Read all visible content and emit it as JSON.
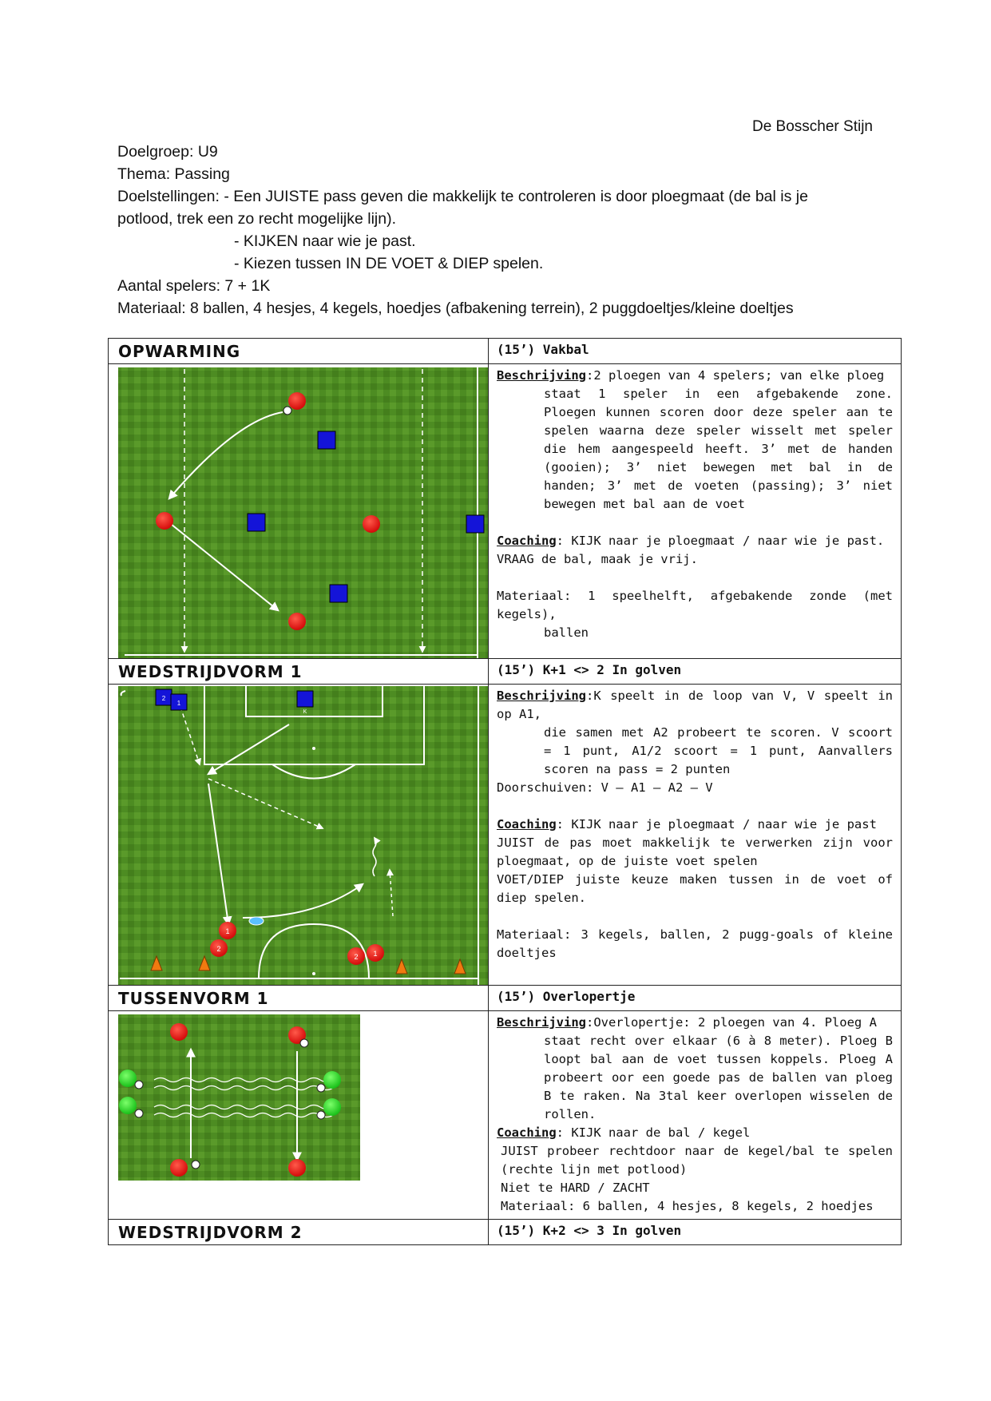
{
  "author": "De Bosscher Stijn",
  "header": {
    "doelgroep": "Doelgroep: U9",
    "thema": "Thema: Passing",
    "doelstellingen_1": "Doelstellingen: - Een JUISTE pass geven die makkelijk te controleren is door ploegmaat (de bal is je",
    "doelstellingen_2": "potlood, trek een zo recht mogelijke lijn).",
    "doelstellingen_3": "- KIJKEN naar wie je past.",
    "doelstellingen_4": "- Kiezen tussen IN DE VOET & DIEP spelen.",
    "aantal_spelers": "Aantal spelers: 7 + 1K",
    "materiaal": "Materiaal: 8 ballen, 4 hesjes, 4 kegels, hoedjes (afbakening terrein), 2 puggdoeltjes/kleine doeltjes"
  },
  "sections": [
    {
      "title": "OPWARMING",
      "time": "(15’) Vakbal",
      "label_beschrijving": "Beschrijving",
      "beschrijving_first": ":2 ploegen van 4 spelers; van elke ploeg",
      "beschrijving_rest": "staat 1 speler in een afgebakende zone. Ploegen kunnen scoren door deze speler aan te spelen waarna deze speler wisselt met speler die hem aangespeeld heeft. 3’ met de handen (gooien); 3’ niet bewegen met bal in de handen; 3’ met de voeten (passing); 3’ niet bewegen met bal aan de voet",
      "label_coaching": "Coaching",
      "coaching_first": ": KIJK naar je ploegmaat / naar wie je past.",
      "coaching_2": "VRAAG de bal, maak je vrij.",
      "materiaal_first": "Materiaal: 1 speelhelft, afgebakende zonde (met kegels),",
      "materiaal_rest": "ballen"
    },
    {
      "title": "WEDSTRIJDVORM 1",
      "time": "(15’) K+1 <> 2 In golven",
      "label_beschrijving": "Beschrijving",
      "beschrijving_first": ":K speelt in de loop van V, V speelt in op A1,",
      "beschrijving_rest": "die samen met A2 probeert te scoren. V scoort = 1 punt, A1/2 scoort = 1 punt, Aanvallers scoren na pass = 2 punten",
      "doorschuiven": "Doorschuiven: V – A1 – A2 – V",
      "label_coaching": "Coaching",
      "coaching_first": ": KIJK naar je ploegmaat / naar wie je past",
      "coaching_2": "JUIST de pas moet makkelijk te verwerken zijn voor ploegmaat, op de juiste voet spelen",
      "coaching_3": "VOET/DIEP juiste keuze maken tussen in de voet of diep spelen.",
      "materiaal": "Materiaal: 3 kegels, ballen, 2 pugg-goals of kleine doeltjes",
      "diagram_labels": {
        "k": "K",
        "p1": "1",
        "p2": "2"
      }
    },
    {
      "title": "TUSSENVORM 1",
      "time": "(15’) Overlopertje",
      "label_beschrijving": "Beschrijving",
      "beschrijving_first": ":Overlopertje: 2 ploegen van 4. Ploeg A",
      "beschrijving_rest": "staat recht over elkaar (6 à 8 meter). Ploeg B loopt bal aan de voet tussen koppels. Ploeg A probeert oor een goede pas de ballen van ploeg B te raken. Na 3tal keer overlopen wisselen de rollen.",
      "label_coaching": "Coaching",
      "coaching_first": ": KIJK naar de bal / kegel",
      "coaching_2": "JUIST probeer rechtdoor naar de kegel/bal te spelen (rechte lijn met potlood)",
      "coaching_3": "Niet te HARD / ZACHT",
      "materiaal": "Materiaal: 6 ballen, 4 hesjes, 8 kegels, 2 hoedjes"
    },
    {
      "title": "WEDSTRIJDVORM 2",
      "time": "(15’) K+2 <> 3 In golven"
    }
  ],
  "colors": {
    "pitch_dark": "#3f7a1c",
    "pitch_light": "#5b9a28",
    "red": "#e01010",
    "blue": "#1414d8",
    "green": "#22d022",
    "cone": "#f07a10"
  }
}
